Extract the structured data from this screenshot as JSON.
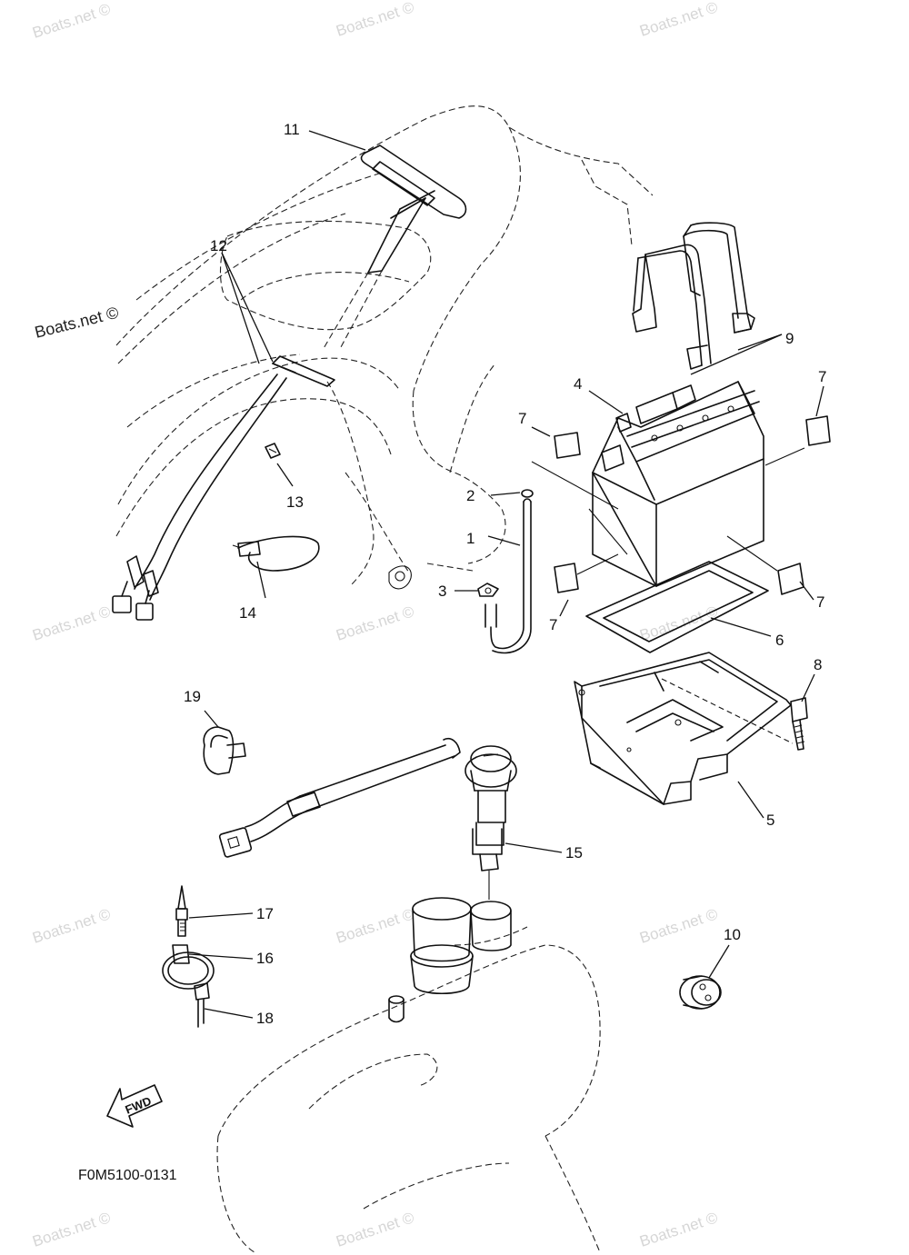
{
  "diagram": {
    "watermark": "Boats.net ©",
    "watermark_main": "Boats.net ©",
    "part_code": "F0M5100-0131",
    "fwd_label": "FWD",
    "callouts": [
      {
        "id": "c1",
        "label": "1"
      },
      {
        "id": "c2",
        "label": "2"
      },
      {
        "id": "c3",
        "label": "3"
      },
      {
        "id": "c4",
        "label": "4"
      },
      {
        "id": "c5",
        "label": "5"
      },
      {
        "id": "c6",
        "label": "6"
      },
      {
        "id": "c7a",
        "label": "7"
      },
      {
        "id": "c7b",
        "label": "7"
      },
      {
        "id": "c7c",
        "label": "7"
      },
      {
        "id": "c7d",
        "label": "7"
      },
      {
        "id": "c8",
        "label": "8"
      },
      {
        "id": "c9",
        "label": "9"
      },
      {
        "id": "c10",
        "label": "10"
      },
      {
        "id": "c11",
        "label": "11"
      },
      {
        "id": "c12",
        "label": "12"
      },
      {
        "id": "c13",
        "label": "13"
      },
      {
        "id": "c14",
        "label": "14"
      },
      {
        "id": "c15",
        "label": "15"
      },
      {
        "id": "c16",
        "label": "16"
      },
      {
        "id": "c17",
        "label": "17"
      },
      {
        "id": "c18",
        "label": "18"
      },
      {
        "id": "c19",
        "label": "19"
      }
    ]
  }
}
